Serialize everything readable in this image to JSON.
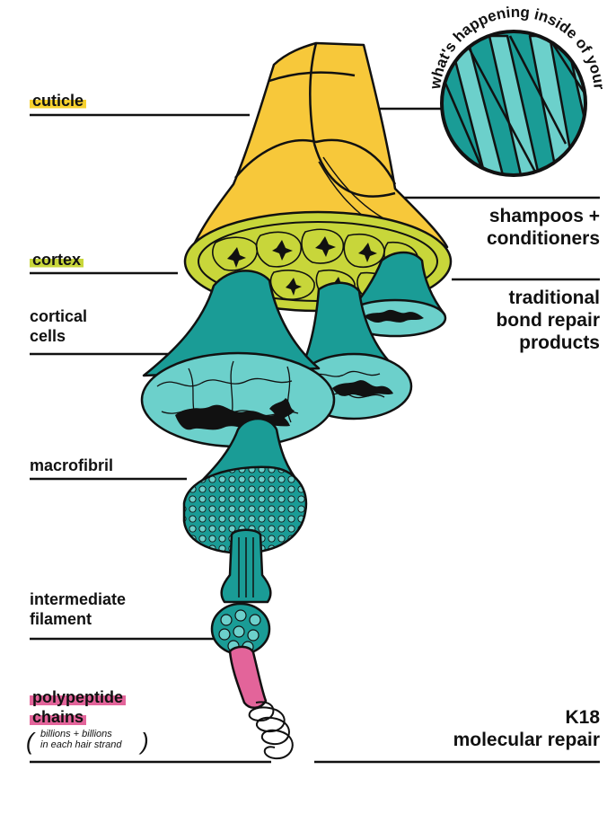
{
  "title": "what's happening inside of your hair?",
  "labels_left": {
    "cuticle": "cuticle",
    "cortex": "cortex",
    "cortical_cells_1": "cortical",
    "cortical_cells_2": "cells",
    "macrofibril": "macrofibril",
    "intermediate_filament_1": "intermediate",
    "intermediate_filament_2": "filament",
    "polypeptide_chains_1": "polypeptide",
    "polypeptide_chains_2": "chains",
    "note_1": "billions + billions",
    "note_2": "in each hair strand"
  },
  "labels_right": {
    "shampoos_1": "shampoos +",
    "shampoos_2": "conditioners",
    "bond_repair_1": "traditional",
    "bond_repair_2": "bond repair",
    "bond_repair_3": "products",
    "k18_1": "K18",
    "k18_2": "molecular repair"
  },
  "colors": {
    "cuticle_yellow": "#f7c83a",
    "cortex_lime": "#c8d63a",
    "teal": "#1a9c96",
    "light_teal": "#6cd0cb",
    "pink": "#e3649a",
    "outline": "#111111"
  }
}
